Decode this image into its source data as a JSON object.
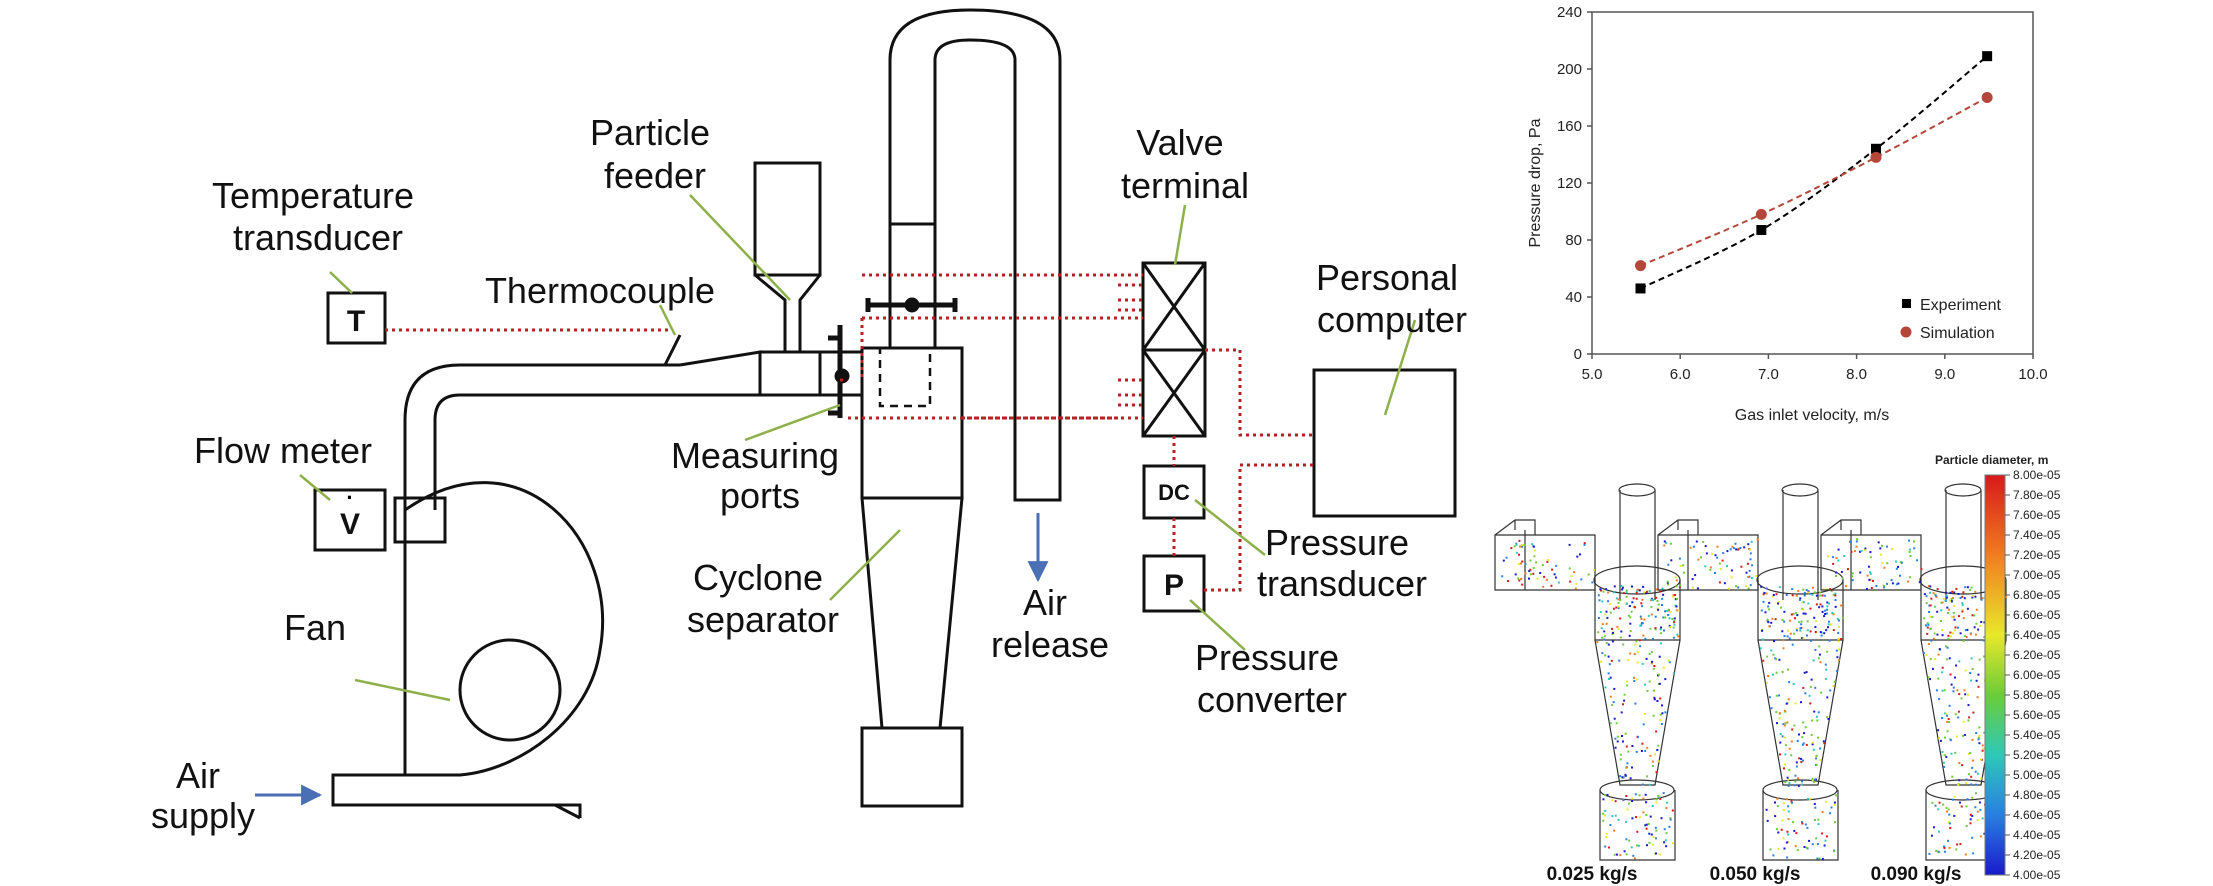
{
  "labels": {
    "temperature_transducer": [
      "Temperature",
      "transducer"
    ],
    "particle_feeder": [
      "Particle",
      "feeder"
    ],
    "thermocouple": "Thermocouple",
    "valve_terminal": [
      "Valve",
      "terminal"
    ],
    "personal_computer": [
      "Personal",
      "computer"
    ],
    "flow_meter": "Flow meter",
    "measuring_ports": [
      "Measuring",
      "ports"
    ],
    "cyclone_separator": [
      "Cyclone",
      "separator"
    ],
    "air_release": [
      "Air",
      "release"
    ],
    "pressure_transducer": [
      "Pressure",
      "transducer"
    ],
    "pressure_converter": [
      "Pressure",
      "converter"
    ],
    "fan": "Fan",
    "air_supply": [
      "Air",
      "supply"
    ]
  },
  "boxes": {
    "t": "T",
    "v": "V",
    "dc": "DC",
    "p": "P"
  },
  "colors": {
    "line": "#111111",
    "signal": "#b22222",
    "leader": "#8db04a",
    "arrow": "#4a6fb5",
    "experiment": "#000000",
    "simulation": "#b5473a"
  },
  "chart_data": {
    "type": "line",
    "xlabel": "Gas inlet velocity, m/s",
    "ylabel": "Pressure drop, Pa",
    "xlim": [
      5.0,
      10.0
    ],
    "ylim": [
      0,
      240
    ],
    "xticks": [
      "5.0",
      "6.0",
      "7.0",
      "8.0",
      "9.0",
      "10.0"
    ],
    "yticks": [
      "0",
      "40",
      "80",
      "120",
      "160",
      "200",
      "240"
    ],
    "legend_position": "bottom-right",
    "series": [
      {
        "name": "Experiment",
        "marker": "square",
        "x": [
          5.55,
          6.92,
          8.22,
          9.48
        ],
        "y": [
          46,
          87,
          144,
          209
        ]
      },
      {
        "name": "Simulation",
        "marker": "circle",
        "x": [
          5.55,
          6.92,
          8.22,
          9.48
        ],
        "y": [
          62,
          98,
          138,
          180
        ]
      }
    ]
  },
  "colorbar": {
    "title": "Particle diameter, m",
    "ticks": [
      "8.00e-05",
      "7.80e-05",
      "7.60e-05",
      "7.40e-05",
      "7.20e-05",
      "7.00e-05",
      "6.80e-05",
      "6.60e-05",
      "6.40e-05",
      "6.20e-05",
      "6.00e-05",
      "5.80e-05",
      "5.60e-05",
      "5.40e-05",
      "5.20e-05",
      "5.00e-05",
      "4.80e-05",
      "4.60e-05",
      "4.40e-05",
      "4.20e-05",
      "4.00e-05"
    ]
  },
  "captions": [
    "0.025 kg/s",
    "0.050 kg/s",
    "0.090 kg/s"
  ]
}
